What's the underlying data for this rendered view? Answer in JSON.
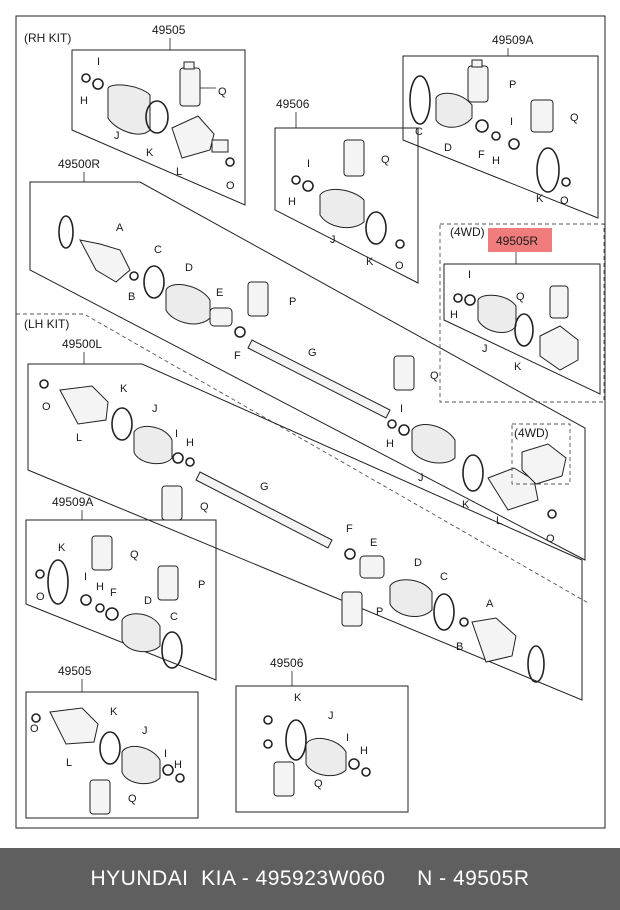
{
  "kits": {
    "rh": "(RH KIT)",
    "lh": "(LH KIT)",
    "fwd": "(4WD)"
  },
  "groups": {
    "rh_49505": "49505",
    "rh_49509a": "49509A",
    "rh_49506": "49506",
    "rh_49500r": "49500R",
    "rh_49505r": "49505R",
    "lh_49500l": "49500L",
    "lh_49509a": "49509A",
    "lh_49505": "49505",
    "lh_49506": "49506"
  },
  "letters": {
    "A": "A",
    "B": "B",
    "C": "C",
    "D": "D",
    "E": "E",
    "F": "F",
    "G": "G",
    "H": "H",
    "I": "I",
    "J": "J",
    "K": "K",
    "L": "L",
    "O": "O",
    "P": "P",
    "Q": "Q"
  },
  "highlight_color": "#f07c7c",
  "footer": {
    "text": "HYUNDAI  KIA - 495923W060     N - 49505R"
  }
}
